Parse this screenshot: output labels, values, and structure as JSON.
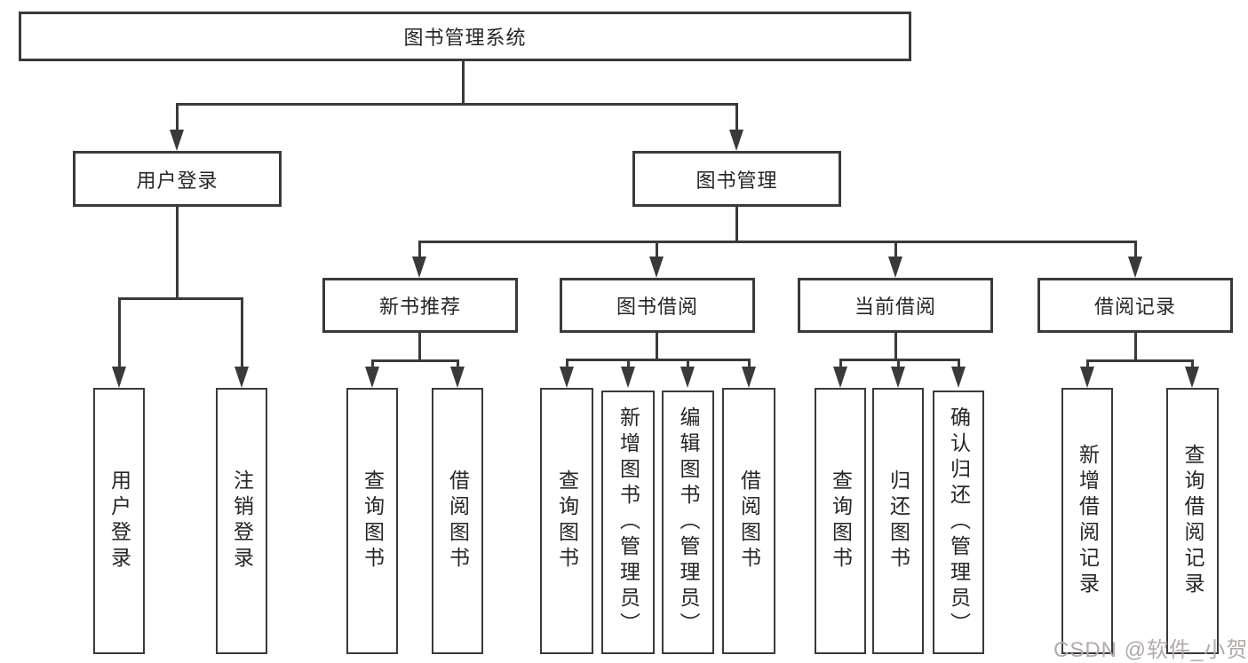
{
  "diagram": {
    "root": {
      "label": "图书管理系统"
    },
    "level2": [
      {
        "label": "用户登录"
      },
      {
        "label": "图书管理"
      }
    ],
    "level3": [
      {
        "label": "新书推荐"
      },
      {
        "label": "图书借阅"
      },
      {
        "label": "当前借阅"
      },
      {
        "label": "借阅记录"
      }
    ],
    "leaves": {
      "user_login": [
        {
          "label": "用户登录"
        },
        {
          "label": "注销登录"
        }
      ],
      "new_book": [
        {
          "label": "查询图书"
        },
        {
          "label": "借阅图书"
        }
      ],
      "book_borrow": [
        {
          "label": "查询图书"
        },
        {
          "label": "新增图书（管理员）"
        },
        {
          "label": "编辑图书（管理员）"
        },
        {
          "label": "借阅图书"
        }
      ],
      "current_borrow": [
        {
          "label": "查询图书"
        },
        {
          "label": "归还图书"
        },
        {
          "label": "确认归还（管理员）"
        }
      ],
      "borrow_record": [
        {
          "label": "新增借阅记录"
        },
        {
          "label": "查询借阅记录"
        }
      ]
    },
    "colors": {
      "line": "#3a3a3a",
      "text": "#262626",
      "background": "#ffffff"
    }
  },
  "watermark": {
    "text": "CSDN @软件_小贺同学"
  }
}
